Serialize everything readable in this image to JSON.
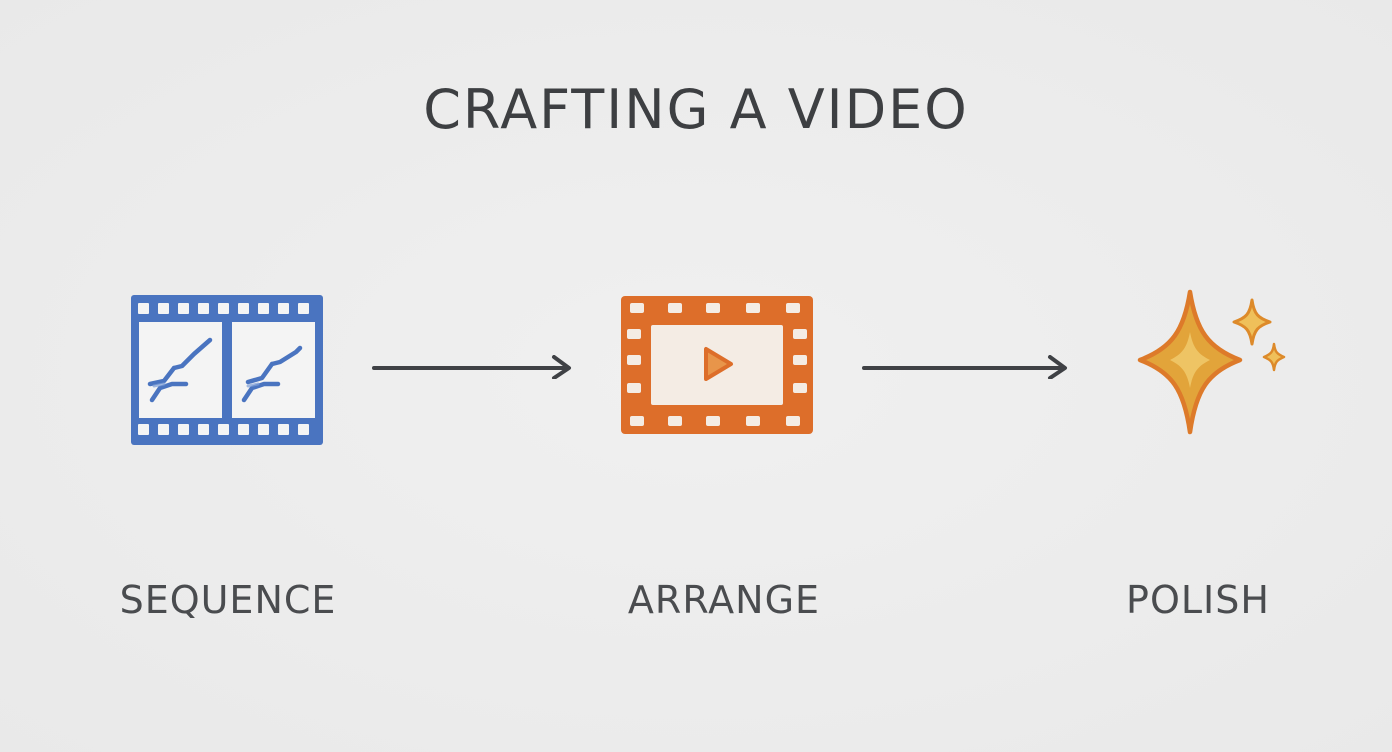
{
  "title": "CRAFTING A VIDEO",
  "steps": [
    {
      "label": "SEQUENCE",
      "icon": "film-strip-icon",
      "color": "#4a74c0"
    },
    {
      "label": "ARRANGE",
      "icon": "video-play-icon",
      "color": "#dd6e2a"
    },
    {
      "label": "POLISH",
      "icon": "sparkle-icon",
      "color": "#e2a43a"
    }
  ],
  "colors": {
    "background": "#ececec",
    "text": "#3d3f42",
    "arrow": "#3f4145"
  }
}
